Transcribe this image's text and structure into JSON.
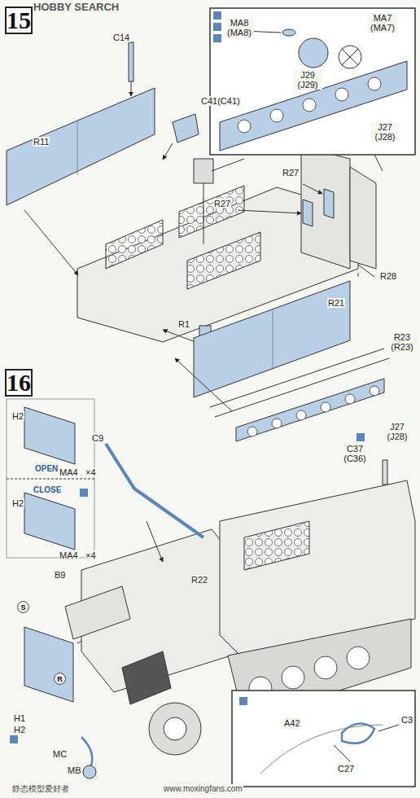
{
  "diagram": {
    "nodes": [
      {
        "text": [
          "15"
        ]
      },
      {
        "text": [
          "16"
        ]
      },
      {
        "text": [
          "S"
        ]
      },
      {
        "text": [
          "R"
        ]
      }
    ],
    "labels": [
      "HOBBY SEARCH",
      "C14",
      "C41(C41)",
      "R11",
      "MA8 (MA8)",
      "MA7 (MA7)",
      "J29 (J29)",
      "J27 (J28)",
      "R27",
      "R27",
      "R28",
      "R1",
      "R21",
      "R23 (R23)",
      "C37 (C36)",
      "J27 (J28)",
      "H2",
      "MA4",
      "×4",
      "OPEN",
      "CLOSE",
      "H2",
      "MA4",
      "×4",
      "C9",
      "B9",
      "R22",
      "A42",
      "H1",
      "H2",
      "MC",
      "MB",
      "C3",
      "C27",
      "静态模型爱好者",
      "www.moxingfans.com"
    ]
  }
}
